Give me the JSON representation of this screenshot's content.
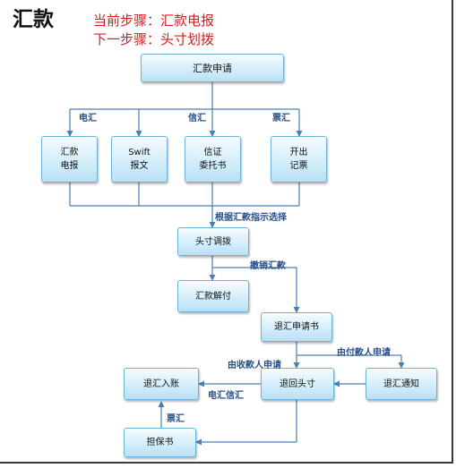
{
  "page": {
    "title": "汇款",
    "current_step": "当前步骤：汇款电报",
    "next_step": "下一步骤：头寸划拨"
  },
  "nodes": {
    "apply": "汇款申请",
    "telegram": [
      "汇款",
      "电报"
    ],
    "swift": [
      "Swift",
      "报文"
    ],
    "letter": [
      "信证",
      "委托书"
    ],
    "draft": [
      "开出",
      "记票"
    ],
    "allocate": "头寸调拨",
    "release": "汇款解付",
    "refund_app": "退汇申请书",
    "refund_notice": "退汇通知",
    "refund_funds": "退回头寸",
    "refund_account": "退汇入账",
    "guarantee": "担保书"
  },
  "edge_labels": {
    "telegraphic": "电汇",
    "mail": "信汇",
    "demand_draft": "票汇",
    "by_instruction": "根据汇款指示选择",
    "fund_remit": "撤销汇款",
    "payer_apply": "由付款人申请",
    "payee_apply": "由收款人申请",
    "tele_mail": "电汇信汇",
    "draft_back": "票汇"
  },
  "colors": {
    "node_border": "#6fb2d8",
    "node_fill": "#d4eefb",
    "connector": "#4a7fb5",
    "label": "#2a4f86",
    "step_text": "#d21e1e"
  }
}
